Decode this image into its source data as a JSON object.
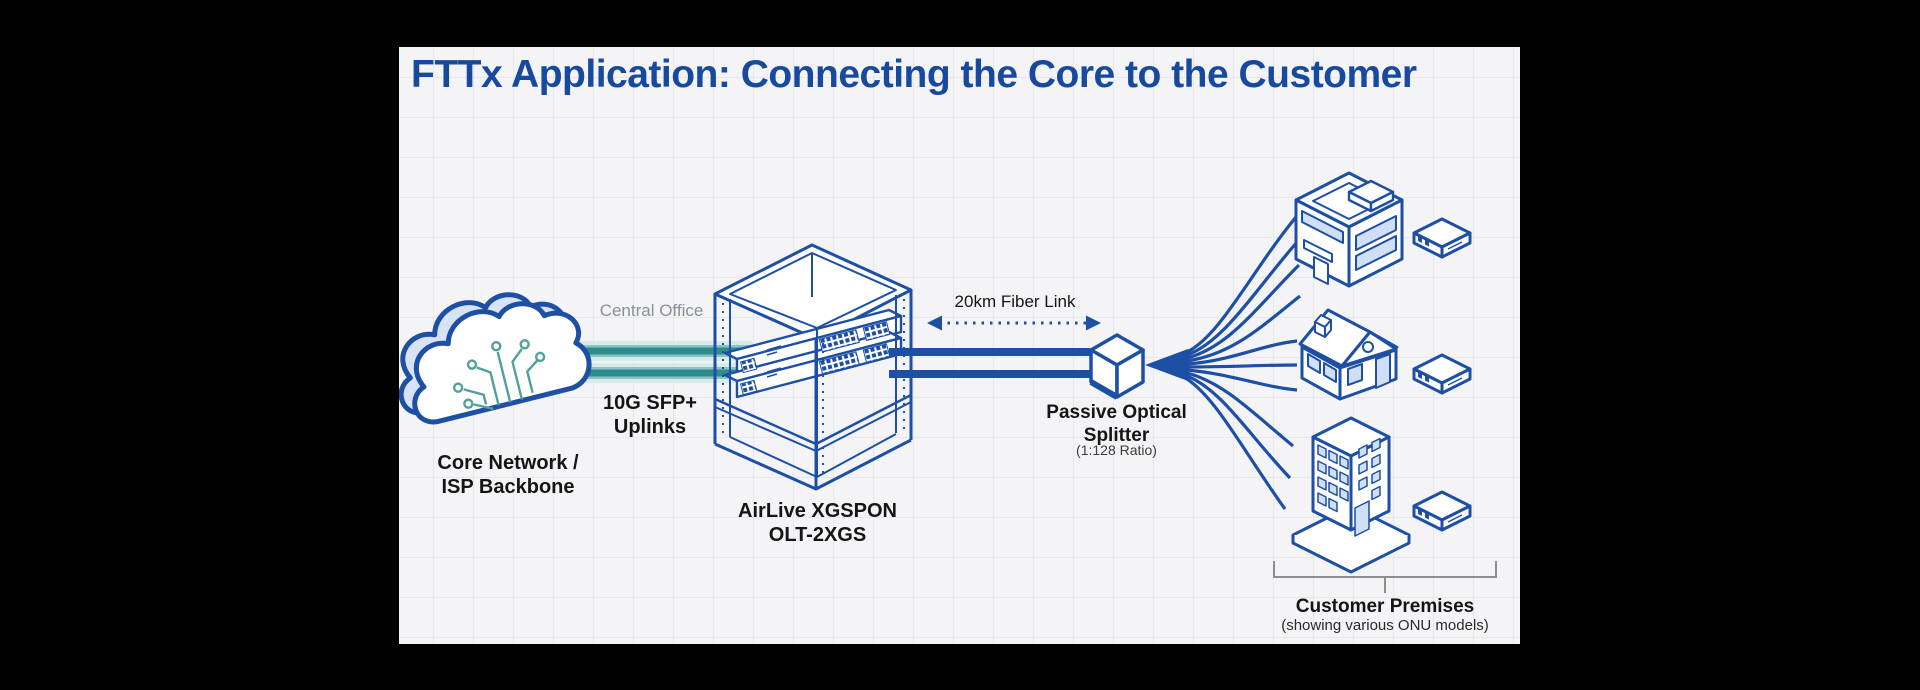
{
  "title": "FTTx Application: Connecting the Core to the Customer",
  "diagram": {
    "core": {
      "label": "Core Network /\nISP Backbone",
      "icon": "cloud-circuit-icon"
    },
    "central_office": {
      "label": "Central Office"
    },
    "uplinks": {
      "label": "10G SFP+\nUplinks",
      "icon": "uplink-bands-icon"
    },
    "olt": {
      "label": "AirLive XGSPON\nOLT-2XGS",
      "icon": "server-rack-icon"
    },
    "fiber_link": {
      "label": "20km Fiber Link",
      "icon": "dotted-double-arrow-icon"
    },
    "splitter": {
      "label": "Passive Optical\nSplitter",
      "sublabel": "(1:128 Ratio)",
      "icon": "splitter-cube-icon"
    },
    "premises": {
      "label": "Customer Premises",
      "sublabel": "(showing various ONU models)",
      "icons": [
        "shop-building-icon",
        "house-building-icon",
        "office-building-icon",
        "onu-device-icon",
        "onu-device-icon",
        "onu-device-icon"
      ]
    }
  },
  "colors": {
    "page_bg": "#000000",
    "panel_bg": "#f4f4f6",
    "title_blue": "#17499e",
    "outline_blue": "#1d4fa5",
    "fiber_blue": "#1d4fa5",
    "teal_uplink": "#2e8c8c",
    "window_fill": "#cfdff6",
    "muted_text": "#8a9097",
    "bracket_gray": "#8e8e8e"
  }
}
